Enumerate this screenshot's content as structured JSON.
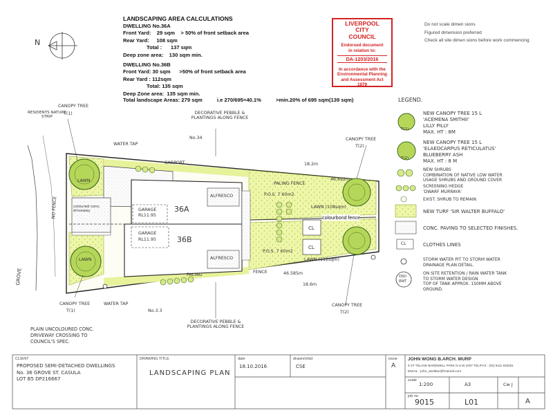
{
  "calculations": {
    "title": "LANDSCAPING AREA CALCULATIONS",
    "dwelling_a": {
      "name": "DWELLING No.36A",
      "front": "Front Yard:    29 sqm    > 50% of front setback area",
      "rear": "Rear Yard:     108 sqm",
      "total": "Total :      137 sqm",
      "deep": "Deep zone area:    130 sqm min."
    },
    "dwelling_b": {
      "name": "DWELLING No.36B",
      "front": "Front Yard: 30 sqm      >50% of front setback area",
      "rear": "Rear Yard : 112sqm",
      "total": "Total: 135 sqm",
      "deep": "Deep Zone area:  135 sqm min."
    },
    "total_line": "Total landscape Areas: 279 sqm          i.e 270/695=40.1%          >min.20% of 695 sqm(139 sqm)"
  },
  "stamp": {
    "org1": "LIVERPOOL",
    "org2": "CITY",
    "org3": "COUNCIL",
    "line1": "Endorsed document",
    "line2": "in relation to:",
    "ref": "DA-1203/2016",
    "line3": "In accordance with the",
    "line4": "Environmental Planning",
    "line5": "and Assessment Act",
    "year": "1979"
  },
  "notes": {
    "n1": "Do not scale dimen sions",
    "n2": "Figured dimension preferred",
    "n3": "Check all site dimen sions before work commencing"
  },
  "legend": {
    "title": "LEGEND.",
    "tree1_tag": "T(1)",
    "tree1_l1": "NEW CANOPY TREE      15 L",
    "tree1_l2": "'ACEMENA SMITHII'",
    "tree1_l3": "LILLY PILLY",
    "tree1_l4": "MAX. HT : 8M",
    "tree2_tag": "T(2)",
    "tree2_l1": "NEW CANOPY TREE    15 L",
    "tree2_l2": "'ELAEOCARPUS RETICULATUS'",
    "tree2_l3": "BLUEBERRY ASH",
    "tree2_l4": "MAX. HT : 8 M",
    "shrubs_l1": "NEW SHRUBS",
    "shrubs_l2": "COMBINATION OF NATIVE LOW WATER",
    "shrubs_l3": "USAGE SHRUBS AND GROUND COVER",
    "hedge_l1": "SCREENING HEDGE",
    "hedge_l2": "'DWARF MURRAYA'",
    "exist": "EXIST. SHRUB TO REMAIN",
    "turf": "NEW TURF 'SIR WALTER BUFFALO'",
    "paving": "CONC. PAVING TO SELECTED FINISHES.",
    "clothes_tag": "CL",
    "clothes": "CLOTHES LINES",
    "storm_l1": "STORM WATER PIT TO STORM WATER",
    "storm_l2": "DRAINAGE PLAN DETAIL.",
    "osd_tag1": "OSD",
    "osd_tag2": "RWT",
    "osd_l1": "ON SITE RETENTION / RAIN WATER TANK",
    "osd_l2": "TO STORM WATER DESIGN",
    "osd_l3": "TOP OF TANK APPROX. 150MM ABOVE",
    "osd_l4": "GROUND."
  },
  "plan": {
    "north": "N",
    "residents_strip": "RESIDENTS NATURE STRIP",
    "canopy_tree_a": "CANOPY TREE",
    "canopy_tree_a_tag": "T(1)",
    "canopy_tree_b": "CANOPY TREE",
    "canopy_tree_b_tag": "T(2)",
    "canopy_tree_c": "CANOPY TREE",
    "canopy_tree_c_tag": "T(1)",
    "canopy_tree_d": "CANOPY TREE",
    "canopy_tree_d_tag": "T(2)",
    "decorative_top": "DECORATIVE PEBBLE & PLANTINGS ALONG FENCE",
    "decorative_bottom": "DECORATIVE PEBBLE & PLANTINGS ALONG FENCE",
    "no34": "No.34",
    "no33": "No.3.3",
    "water_tap_1": "WATER TAP",
    "water_tap_2": "WATER TAP",
    "carport": "CARPORT",
    "dwelling_a": "36A",
    "dwelling_b": "36B",
    "garage_a": "GARAGE",
    "garage_a_rl": "RL11.95",
    "garage_b": "GARAGE",
    "garage_b_rl": "RL11.95",
    "alfresco_a": "ALFRESCO",
    "alfresco_b": "ALFRESCO",
    "lawn1": "LAWN",
    "lawn2": "LAWN",
    "lawn3": "LAWN (108sqm)",
    "lawn4": "LAWN (112sqm)",
    "pos_a": "P.O.S. 7 60m2",
    "pos_b": "P.O.S. 7 60m2",
    "cl_a": "CL",
    "cl_b": "CL",
    "colourbond": "colourbond fence",
    "driveway": "coloured conc. driveway",
    "no_fence": "NO FENCE",
    "dim_top": "18.2m",
    "dim_top2": "46.692m",
    "dim_bottom": "46.585m",
    "dim_bottom2": "18.6m",
    "paling_top": "PALING FENCE",
    "paling_bottom": "PALING",
    "fence_bottom": "FENCE",
    "grove": "GROVE",
    "plain_note_l1": "PLAIN UNCOLOURED CONC.",
    "plain_note_l2": "DRIVEWAY CROSSING TO",
    "plain_note_l3": "COUNCIL'S SPEC."
  },
  "titleblock": {
    "client_label": "CLIENT",
    "project_l1": "PROPOSED SEMI-DETACHED DWELLINGS",
    "project_l2": "No. 36 GROVE ST. CASULA",
    "project_l3": "LOT B5   DP216667",
    "drawing_label": "DRAWING TITLE",
    "drawing_title": "LANDSCAPING PLAN",
    "date_label": "date",
    "date": "18.10.2016",
    "drawn_label": "drawn/chkd",
    "drawn": "CSE",
    "issue_label": "issue",
    "issue": "A",
    "firm": "JOHN WONG  B.ARCH.  MURP",
    "firm_addr": "9 ST TELAVE BARDWELL PARK N.S.W 2207     TEL/FAX : (02) 9111 633251",
    "firm_email": "EMAIL : john_wed8ax@hotmail.com",
    "scale_label": "scale",
    "scale": "1:200",
    "size": "A3",
    "job_label": "job no",
    "job": "9015",
    "sheet": "L01",
    "rev": "A",
    "checked": "Cw J"
  }
}
